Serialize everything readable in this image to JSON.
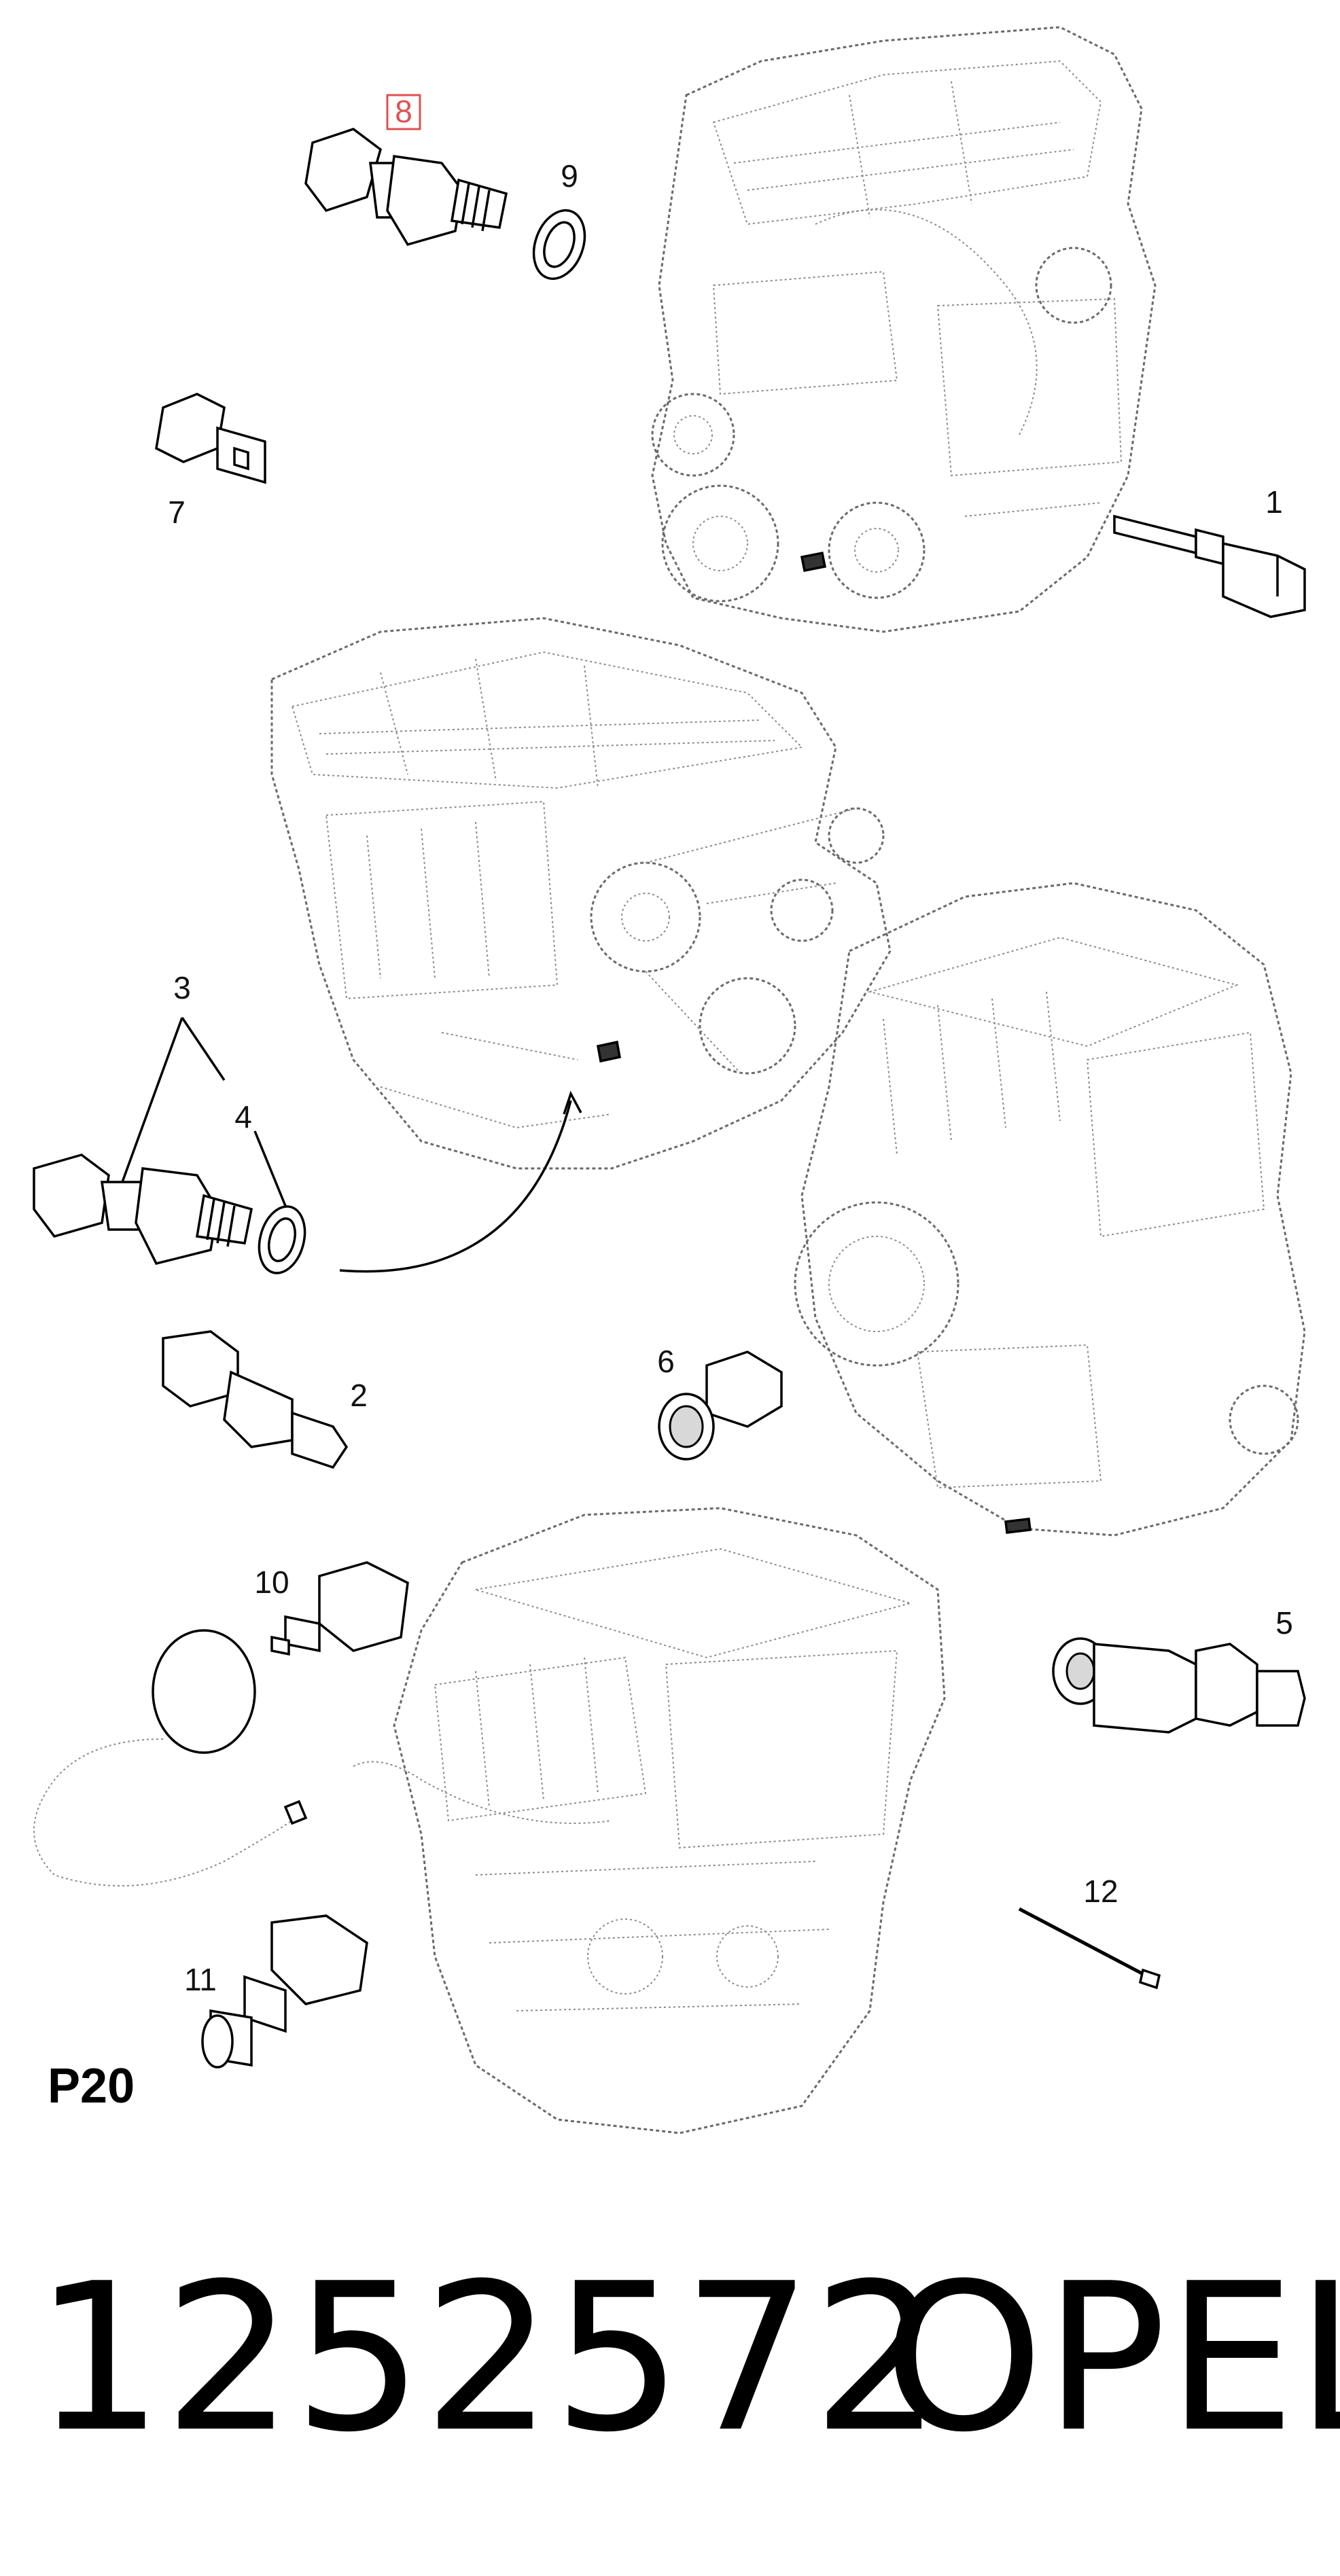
{
  "callouts": {
    "c1": "1",
    "c2": "2",
    "c3": "3",
    "c4": "4",
    "c5": "5",
    "c6": "6",
    "c7": "7",
    "c8": "8",
    "c9": "9",
    "c10": "10",
    "c11": "11",
    "c12": "12"
  },
  "highlight_color": "#e05050",
  "sheet_label": "P20",
  "part_number": "1252572",
  "brand": "OPEL"
}
